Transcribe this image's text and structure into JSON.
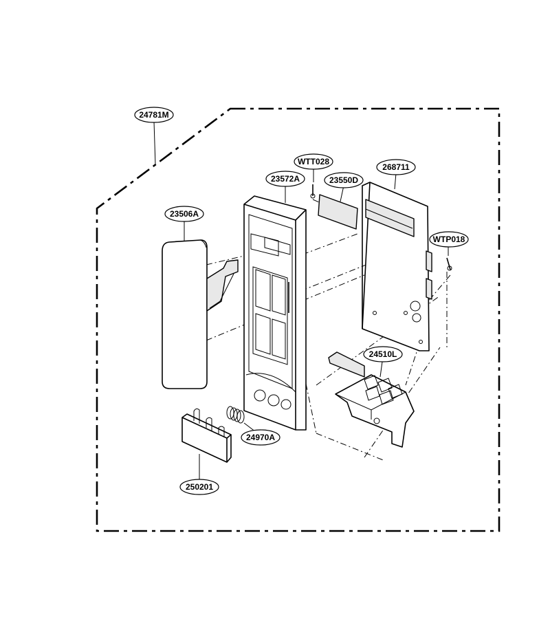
{
  "labels": {
    "frame_assembly": "24781M",
    "lens": "23506A",
    "panel_housing": "23572A",
    "screw_top": "WTT028",
    "sheet": "23550D",
    "pcb": "268711",
    "screw_side": "WTP018",
    "button_holder": "24510L",
    "spring": "24970A",
    "button": "250201"
  }
}
